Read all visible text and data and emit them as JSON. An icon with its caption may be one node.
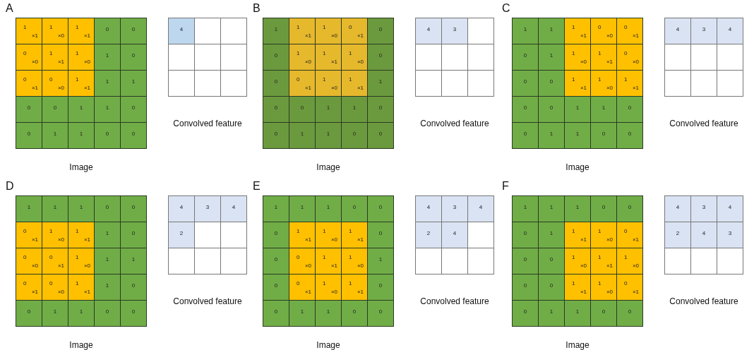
{
  "diagram": {
    "labels": [
      "A",
      "1",
      "×1",
      "1",
      "×0",
      "1",
      "×1",
      "0",
      "0",
      "0",
      "×0",
      "1",
      "×1",
      "1",
      "×0",
      "1",
      "0",
      "0",
      "×1",
      "0",
      "×0",
      "1",
      "×1",
      "1",
      "1",
      "0",
      "0",
      "1",
      "1",
      "0",
      "0",
      "1",
      "1",
      "0",
      "0",
      "4",
      "Convolved feature",
      "Image",
      "B",
      "1",
      "1",
      "×1",
      "1",
      "×0",
      "0",
      "×1",
      "0",
      "0",
      "1",
      "×0",
      "1",
      "×1",
      "1",
      "×0",
      "0",
      "0",
      "0",
      "×1",
      "1",
      "×0",
      "1",
      "×1",
      "1",
      "0",
      "0",
      "1",
      "1",
      "0",
      "0",
      "1",
      "1",
      "0",
      "0",
      "4",
      "3",
      "Convolved feature",
      "Image",
      "C",
      "1",
      "1",
      "1",
      "×1",
      "0",
      "×0",
      "0",
      "×1",
      "0",
      "1",
      "1",
      "×0",
      "1",
      "×1",
      "0",
      "×0",
      "0",
      "0",
      "1",
      "×1",
      "1",
      "×0",
      "1",
      "×1",
      "0",
      "0",
      "1",
      "1",
      "0",
      "0",
      "1",
      "1",
      "0",
      "0",
      "4",
      "3",
      "4",
      "Convolved feature",
      "Image",
      "D",
      "1",
      "1",
      "1",
      "0",
      "0",
      "0",
      "×1",
      "1",
      "×0",
      "1",
      "×1",
      "1",
      "0",
      "0",
      "×0",
      "0",
      "×1",
      "1",
      "×0",
      "1",
      "1",
      "0",
      "×1",
      "0",
      "×0",
      "1",
      "×1",
      "1",
      "0",
      "0",
      "1",
      "1",
      "0",
      "0",
      "4",
      "3",
      "4",
      "2",
      "Convolved feature",
      "Image",
      "E",
      "1",
      "1",
      "1",
      "0",
      "0",
      "0",
      "1",
      "×1",
      "1",
      "×0",
      "1",
      "×1",
      "0",
      "0",
      "0",
      "×0",
      "1",
      "×1",
      "1",
      "×0",
      "1",
      "0",
      "0",
      "×1",
      "1",
      "×0",
      "1",
      "×1",
      "0",
      "0",
      "1",
      "1",
      "0",
      "0",
      "4",
      "3",
      "4",
      "2",
      "4",
      "Convolved feature",
      "Image",
      "F",
      "1",
      "1",
      "1",
      "0",
      "0",
      "0",
      "1",
      "1",
      "×1",
      "1",
      "×0",
      "0",
      "×1",
      "0",
      "0",
      "1",
      "×0",
      "1",
      "×1",
      "1",
      "×0",
      "0",
      "0",
      "1",
      "×1",
      "1",
      "×0",
      "0",
      "×1",
      "0",
      "1",
      "1",
      "0",
      "0",
      "4",
      "3",
      "4",
      "2",
      "4",
      "3",
      "Convolved feature",
      "Image"
    ]
  }
}
